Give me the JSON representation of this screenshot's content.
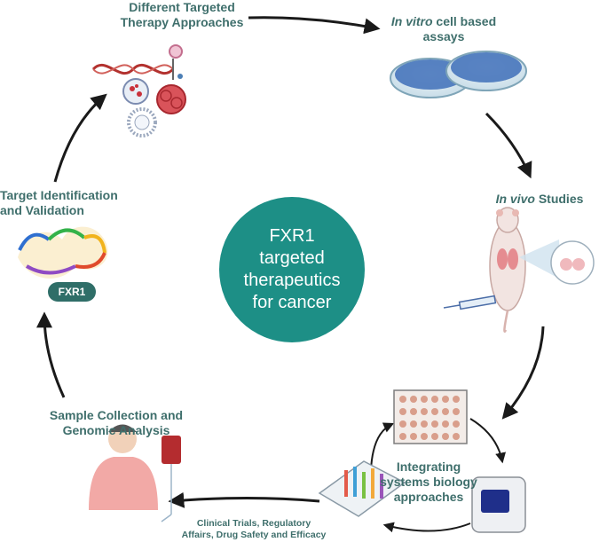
{
  "center": {
    "text": "FXR1 targeted therapeutics for cancer"
  },
  "steps": {
    "therapy": {
      "line1": "Different Targeted",
      "line2": "Therapy Approaches"
    },
    "invitro": {
      "italic": "In vitro",
      "rest": " cell based",
      "line2": "assays"
    },
    "invivo": {
      "italic": "In vivo",
      "rest": " Studies"
    },
    "systems": {
      "line1": "Integrating",
      "line2": "systems biology",
      "line3": "approaches"
    },
    "clinical": {
      "line1": "Clinical Trials, Regulatory",
      "line2": "Affairs, Drug Safety and Efficacy"
    },
    "sample": {
      "line1": "Sample Collection and",
      "line2": "Genomic Analysis"
    },
    "target": {
      "line1": "Target Identification",
      "line2": "and Validation"
    }
  },
  "protein_label": "FXR1",
  "colors": {
    "teal": "#1d8f86",
    "label_text": "#3f6f6c",
    "arrow": "#1a1a1a"
  }
}
